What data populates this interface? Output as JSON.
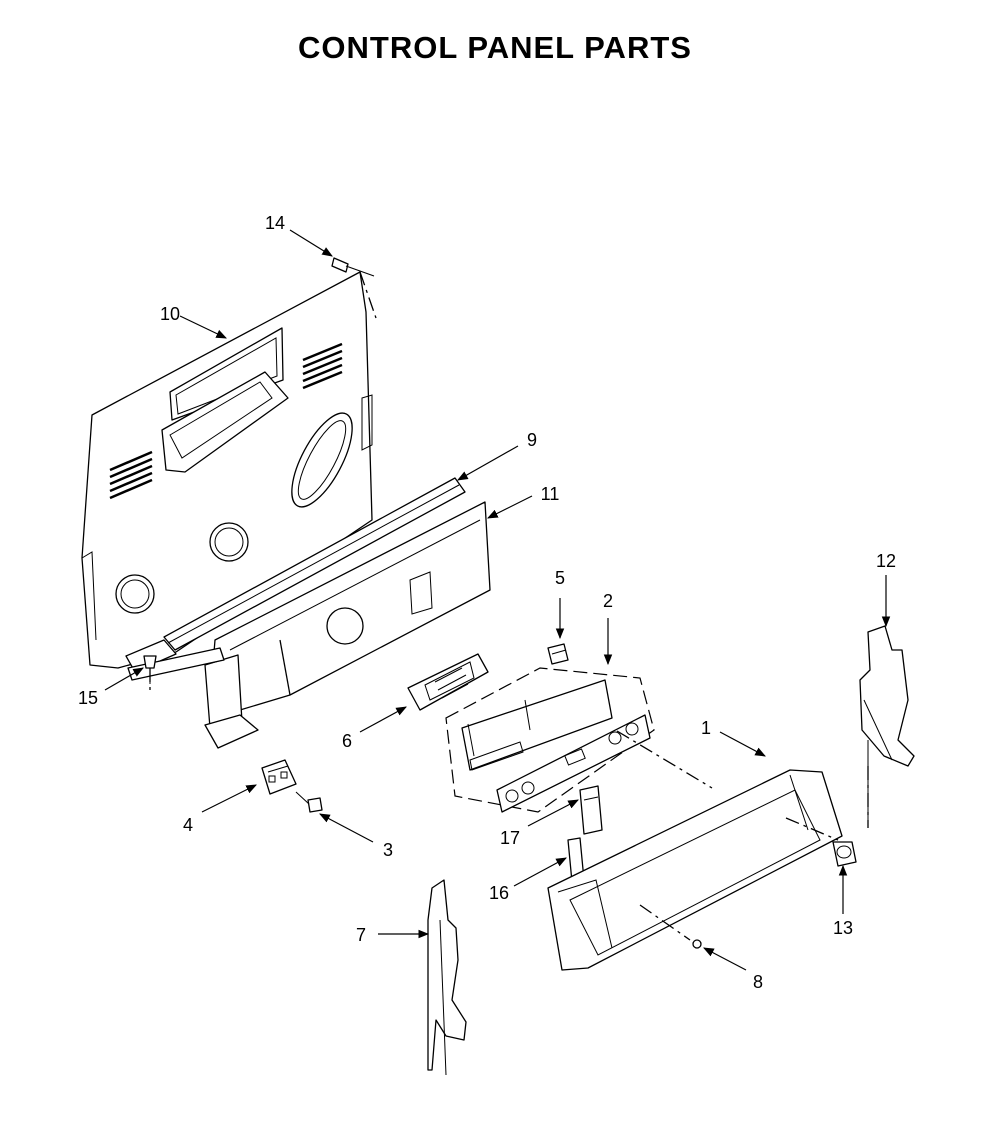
{
  "title": "CONTROL PANEL PARTS",
  "callouts": {
    "c1": "1",
    "c2": "2",
    "c3": "3",
    "c4": "4",
    "c5": "5",
    "c6": "6",
    "c7": "7",
    "c8": "8",
    "c9": "9",
    "c10": "10",
    "c11": "11",
    "c12": "12",
    "c13": "13",
    "c14": "14",
    "c15": "15",
    "c16": "16",
    "c17": "17"
  }
}
